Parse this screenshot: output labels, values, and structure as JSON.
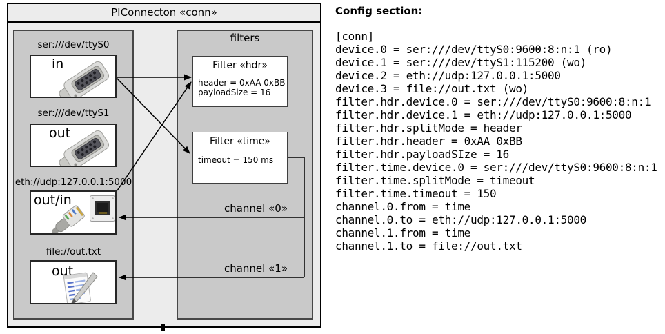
{
  "diagram": {
    "title": "PIConnecton «conn»",
    "devices": [
      {
        "label": "ser:///dev/ttyS0",
        "port": "in",
        "icon": "serial-connector-icon"
      },
      {
        "label": "ser:///dev/ttyS1",
        "port": "out",
        "icon": "serial-connector-icon"
      },
      {
        "label": "eth://udp:127.0.0.1:5000",
        "port": "out/in",
        "icon": "ethernet-jack-and-plug-icon"
      },
      {
        "label": "file://out.txt",
        "port": "out",
        "icon": "notepad-pencil-icon"
      }
    ],
    "filters_title": "filters",
    "filters": [
      {
        "title": "Filter «hdr»",
        "line1": "header = 0xAA 0xBB",
        "line2": "payloadSize = 16"
      },
      {
        "title": "Filter «time»",
        "line1": "timeout = 150 ms"
      }
    ],
    "channels": [
      {
        "label": "channel «0»"
      },
      {
        "label": "channel «1»"
      }
    ]
  },
  "config": {
    "heading": "Config section:",
    "lines": [
      "[conn]",
      "device.0 = ser:///dev/ttyS0:9600:8:n:1 (ro)",
      "device.1 = ser:///dev/ttyS1:115200 (wo)",
      "device.2 = eth://udp:127.0.0.1:5000",
      "device.3 = file://out.txt (wo)",
      "filter.hdr.device.0 = ser:///dev/ttyS0:9600:8:n:1",
      "filter.hdr.device.1 = eth://udp:127.0.0.1:5000",
      "filter.hdr.splitMode = header",
      "filter.hdr.header = 0xAA 0xBB",
      "filter.hdr.payloadSIze = 16",
      "filter.time.device.0 = ser:///dev/ttyS0:9600:8:n:1",
      "filter.time.splitMode = timeout",
      "filter.time.timeout = 150",
      "channel.0.from = time",
      "channel.0.to = eth://udp:127.0.0.1:5000",
      "channel.1.from = time",
      "channel.1.to = file://out.txt"
    ]
  },
  "colors": {
    "outer_fill": "#ececec",
    "container_fill": "#c9c9c9",
    "box_fill": "#ffffff",
    "line": "#000000"
  }
}
